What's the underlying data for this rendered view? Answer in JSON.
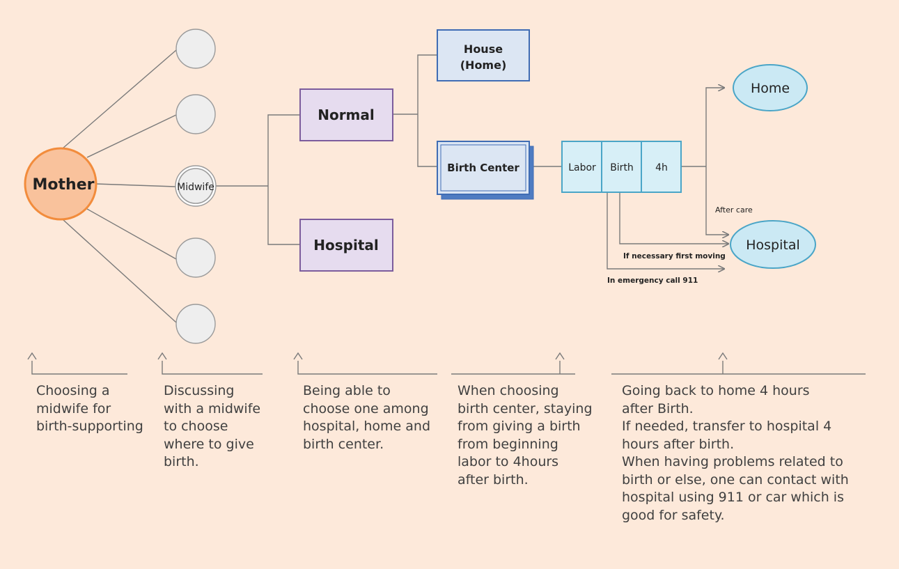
{
  "nodes": {
    "mother": "Mother",
    "midwife": "Midwife",
    "normal": "Normal",
    "hospital_choice": "Hospital",
    "house_line1": "House",
    "house_line2": "(Home)",
    "birth_center": "Birth Center",
    "labor": "Labor",
    "birth": "Birth",
    "four_h": "4h",
    "home_dest": "Home",
    "hospital_dest": "Hospital"
  },
  "annotations": {
    "after_care": "After care",
    "first_moving": "If necessary first moving",
    "emergency": "In emergency call 911"
  },
  "captions": [
    [
      "Choosing a",
      "midwife for",
      "birth-supporting"
    ],
    [
      "Discussing",
      "with a midwife",
      "to choose",
      "where to give",
      "birth."
    ],
    [
      "Being able to",
      "choose one among",
      "hospital, home and",
      "birth center."
    ],
    [
      "When choosing",
      "birth center, staying",
      "from giving a birth",
      "from beginning",
      "labor to 4hours",
      "after birth."
    ],
    [
      "Going back to home 4 hours",
      "after Birth.",
      "If needed,  transfer to hospital 4",
      "hours after birth.",
      "When  having problems related to",
      "birth or else, one can contact with",
      "hospital using 911 or car which is",
      "good for safety."
    ]
  ],
  "colors": {
    "background": "#fde9da",
    "mother_fill": "#f9c29c",
    "mother_stroke": "#f28c3c",
    "option_fill": "#e6dcef",
    "option_stroke": "#7c5c9c",
    "blue_fill": "#dce6f3",
    "blue_stroke": "#3f6cb4",
    "stage_fill": "#d7eff7",
    "stage_stroke": "#4aa5c7",
    "dest_fill": "#cbe9f4",
    "line": "#7a7a7a"
  }
}
